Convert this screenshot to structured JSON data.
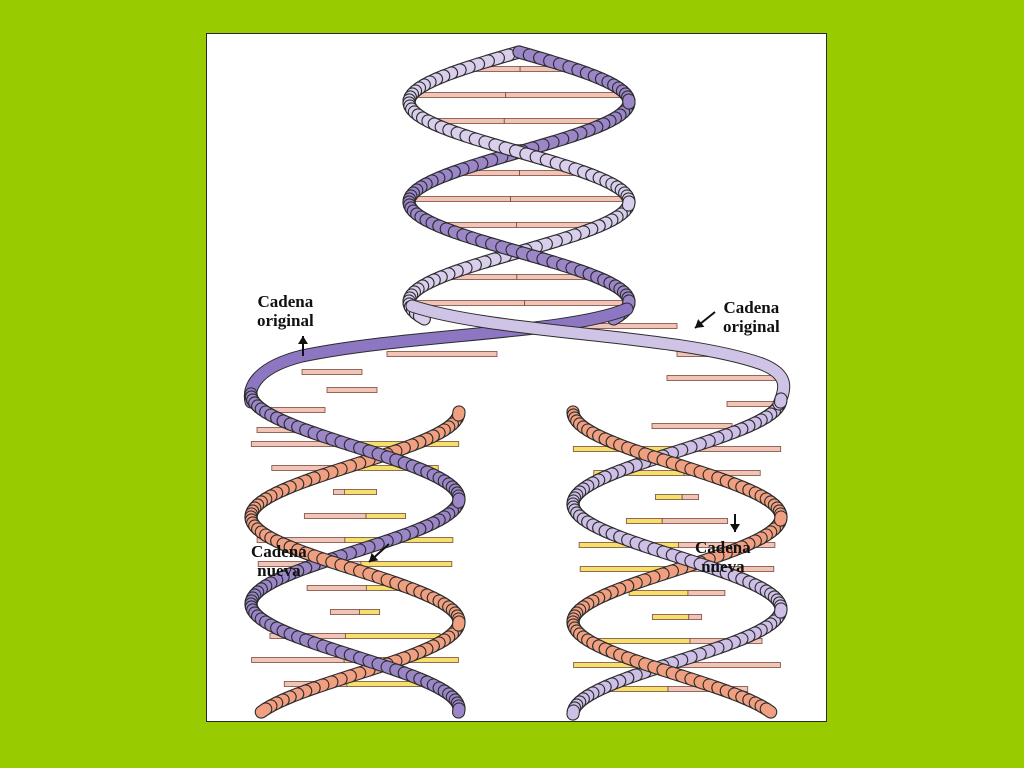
{
  "labels": {
    "original_left": {
      "line1": "Cadena",
      "line2": "original"
    },
    "original_right": {
      "line1": "Cadena",
      "line2": "original"
    },
    "new_left": {
      "line1": "Cadena",
      "line2": "nueva"
    },
    "new_right": {
      "line1": "Cadena",
      "line2": "nueva"
    }
  },
  "colors": {
    "background": "#99cc00",
    "original_strand": "#9b86c8",
    "new_strand": "#f0a080",
    "original_base": "#f2c4b8",
    "new_base": "#f6df6a"
  }
}
